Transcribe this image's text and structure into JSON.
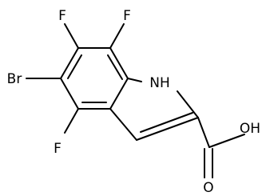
{
  "molecule": {
    "atoms": {
      "f_top_left": "F",
      "f_top_right": "F",
      "br": "Br",
      "nh": "NH",
      "f_bottom": "F",
      "oh": "OH",
      "o_carbonyl": "O"
    }
  }
}
